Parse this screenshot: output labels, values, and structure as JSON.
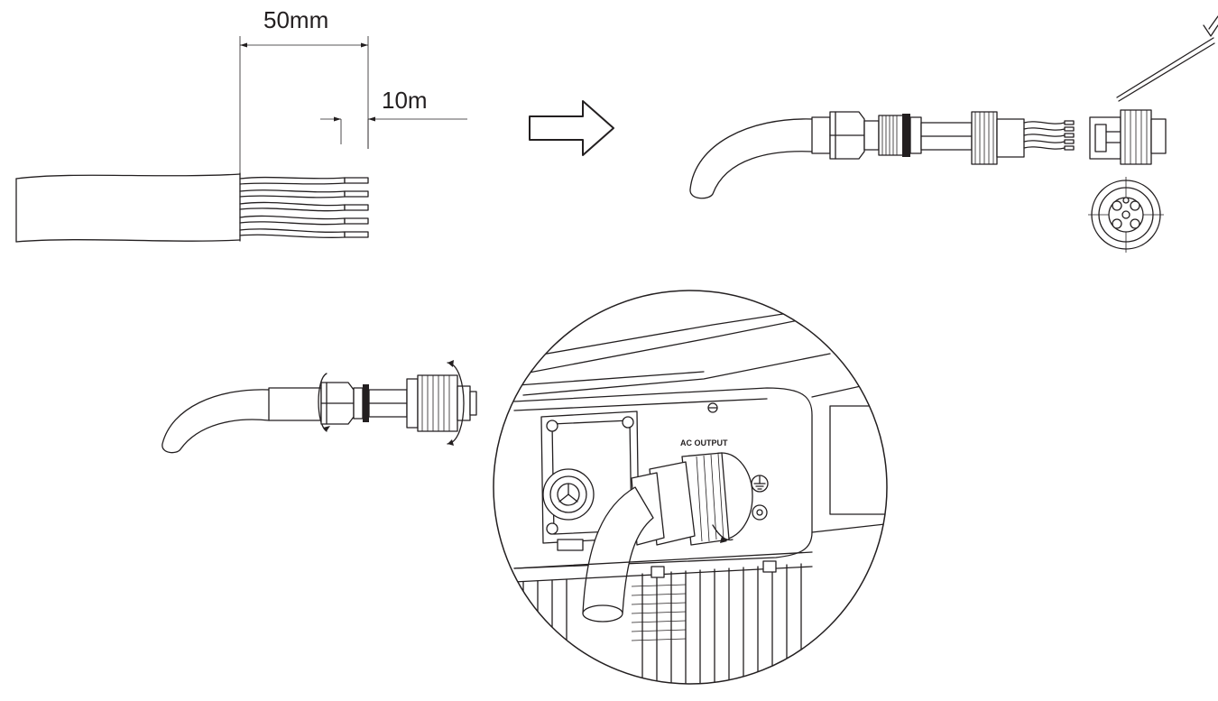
{
  "dimensions": {
    "strip_length": "50mm",
    "conductor_strip": "10m"
  },
  "labels": {
    "port": "AC OUTPUT"
  },
  "icons": {
    "arrow": "arrow-right-icon",
    "ground": "ground-symbol-icon"
  },
  "colors": {
    "line": "#231f20",
    "background": "#ffffff"
  }
}
